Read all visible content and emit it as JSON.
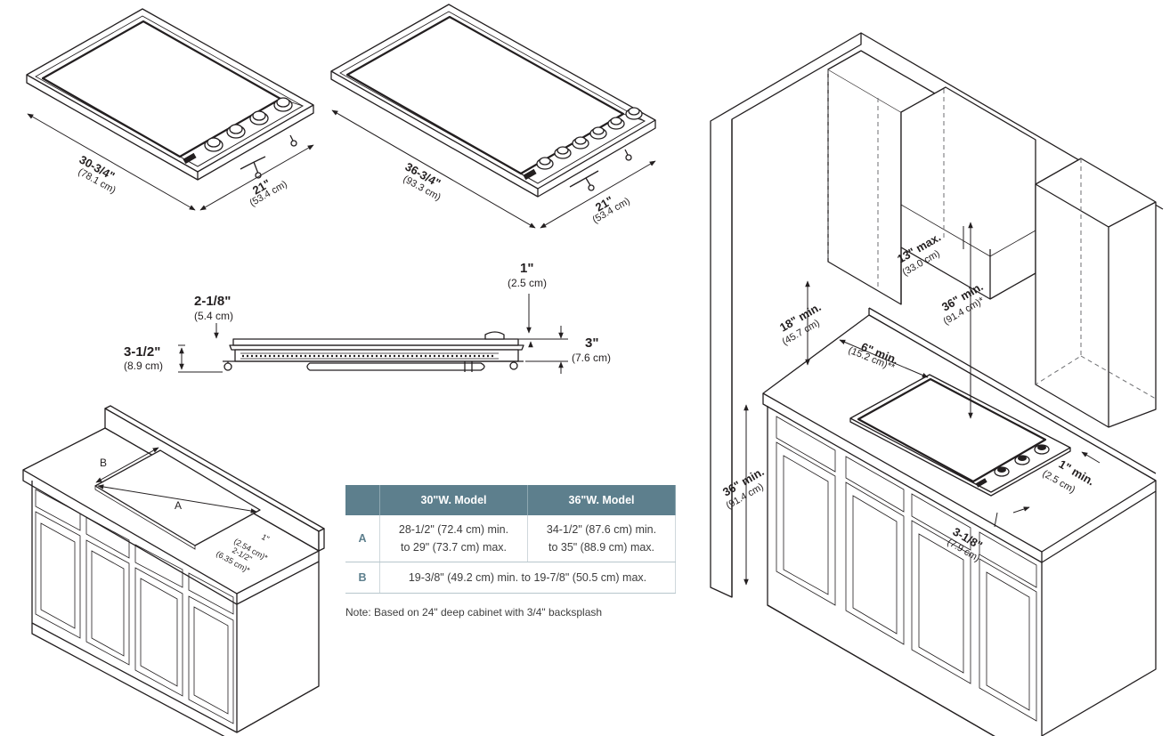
{
  "dimensions": {
    "width_30": "30-3/4\"",
    "width_30_cm": "(78.1 cm)",
    "depth_30": "21\"",
    "depth_30_cm": "(53.4 cm)",
    "width_36": "36-3/4\"",
    "width_36_cm": "(93.3 cm)",
    "depth_36": "21\"",
    "depth_36_cm": "(53.4 cm)"
  },
  "profile": {
    "rim_height": "2-1/8\"",
    "rim_height_cm": "(5.4 cm)",
    "total_height": "3-1/2\"",
    "total_height_cm": "(8.9 cm)",
    "top_offset": "1\"",
    "top_offset_cm": "(2.5 cm)",
    "side_depth": "3\"",
    "side_depth_cm": "(7.6 cm)"
  },
  "cutout": {
    "label_a": "A",
    "label_b": "B",
    "front_gap": "1\"",
    "front_gap_cm": "(2.54 cm)*",
    "rear_gap": "2-1/2\"",
    "rear_gap_cm": "(6.35 cm)*"
  },
  "table": {
    "headers": [
      "",
      "30\"W. Model",
      "36\"W. Model"
    ],
    "row_a": {
      "key": "A",
      "col30_line1": "28-1/2\" (72.4 cm) min.",
      "col30_line2": "to 29\" (73.7 cm) max.",
      "col36_line1": "34-1/2\" (87.6 cm) min.",
      "col36_line2": "to 35\" (88.9 cm) max."
    },
    "row_b": {
      "key": "B",
      "value": "19-3/8\" (49.2 cm) min. to 19-7/8\" (50.5 cm) max."
    },
    "note": "Note: Based on 24\" deep cabinet with 3/4\" backsplash"
  },
  "clearances": {
    "hood_depth": "13\" max.",
    "hood_depth_cm": "(33.0 cm)",
    "above_top": "36\" min.",
    "above_top_cm": "(91.4 cm)*",
    "cabinet_above": "18\" min.",
    "cabinet_above_cm": "(45.7 cm)",
    "side_wall": "6\" min.",
    "side_wall_cm": "(15.2 cm)**",
    "counter_height": "36\" min.",
    "counter_height_cm": "(91.4 cm)",
    "front_edge": "1\" min.",
    "front_edge_cm": "(2.5 cm)",
    "rear_edge": "3-1/8\"",
    "rear_edge_cm": "(7.9 cm)"
  },
  "colors": {
    "table_header": "#5d7f8d",
    "line": "#231f20"
  }
}
